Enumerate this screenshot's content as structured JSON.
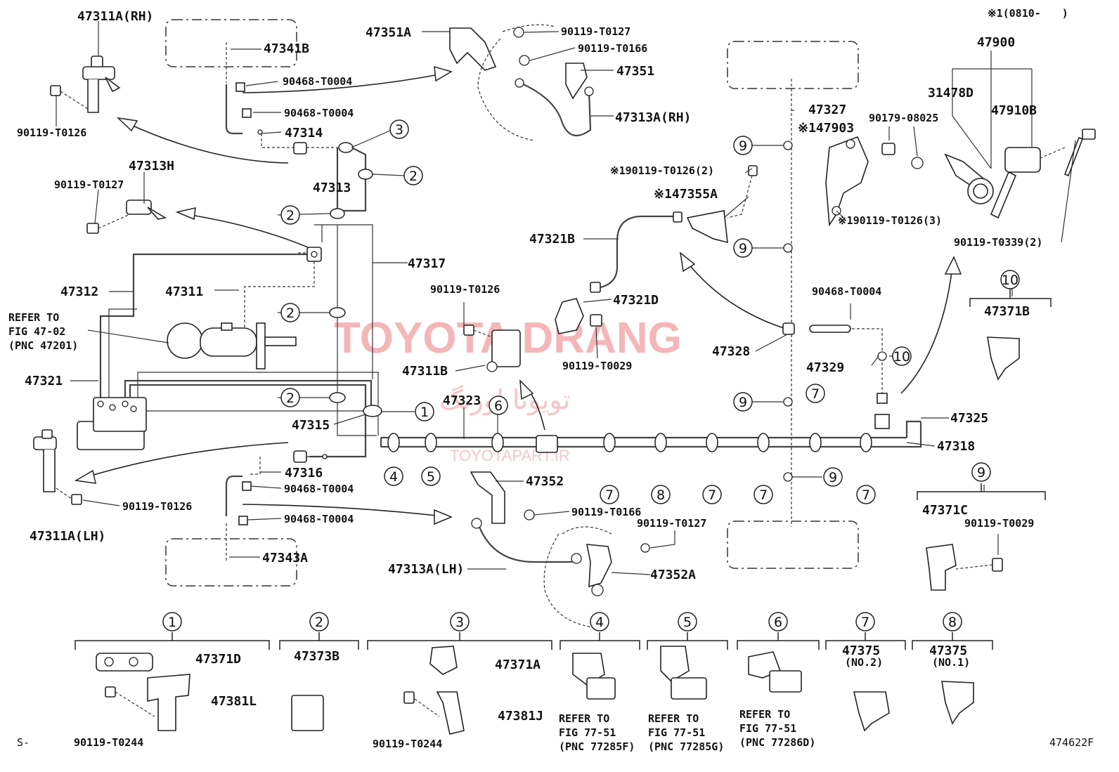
{
  "header": {
    "note": "※1(0810-　　)"
  },
  "footer": {
    "left_code": "S-",
    "figure_id": "474622F"
  },
  "watermark": {
    "main": "TOYOTA DRANG",
    "farsi": "تویوتا اورنگ",
    "url": "TOYOTAPART.IR"
  },
  "labels": {
    "p47311A_RH": "47311A(RH)",
    "p47341B": "47341B",
    "p90468_a": "90468-T0004",
    "p90468_b": "90468-T0004",
    "p47314": "47314",
    "p90119_T0126_a": "90119-T0126",
    "p47351A": "47351A",
    "p90119_T0127_a": "90119-T0127",
    "p90119_T0166_a": "90119-T0166",
    "p47351": "47351",
    "p47313A_RH": "47313A(RH)",
    "p47313": "47313",
    "p47313H": "47313H",
    "p90119_T0127_b": "90119-T0127",
    "p47312": "47312",
    "p47311": "47311",
    "p47317": "47317",
    "refer1_a": "REFER TO",
    "refer1_b": "FIG 47-02",
    "refer1_c": "(PNC 47201)",
    "p47321": "47321",
    "p47315": "47315",
    "p47323": "47323",
    "p47316": "47316",
    "p90468_c": "90468-T0004",
    "p90468_d": "90468-T0004",
    "p90119_T0126_b": "90119-T0126",
    "p47311A_LH": "47311A(LH)",
    "p47343A": "47343A",
    "p90119_T0126_c": "90119-T0126",
    "p47311B": "47311B",
    "p47321B": "47321B",
    "p47321D": "47321D",
    "p90119_T0029_a": "90119-T0029",
    "p90119_T0126_2": "※190119-T0126(2)",
    "p147355A": "※147355A",
    "p47327": "47327",
    "p147903": "※147903",
    "p47328": "47328",
    "p90468_e": "90468-T0004",
    "p47329": "47329",
    "p47352": "47352",
    "p90119_T0166_b": "90119-T0166",
    "p90119_T0127_c": "90119-T0127",
    "p47313A_LH": "47313A(LH)",
    "p47352A": "47352A",
    "p47318": "47318",
    "p47325": "47325",
    "p47900": "47900",
    "p31478D": "31478D",
    "p47910B": "47910B",
    "p90179": "90179-08025",
    "p90119_T0126_3": "※190119-T0126(3)",
    "p90119_T0339": "90119-T0339(2)",
    "p47371B": "47371B",
    "p47371C": "47371C",
    "p90119_T0029_b": "90119-T0029",
    "g47371D": "47371D",
    "g47381L": "47381L",
    "g90119_T0244_a": "90119-T0244",
    "g47373B": "47373B",
    "g47371A": "47371A",
    "g47381J": "47381J",
    "g90119_T0244_b": "90119-T0244",
    "g4_refer": "REFER TO",
    "g4_fig": "FIG 77-51",
    "g4_pnc": "(PNC 77285F)",
    "g5_refer": "REFER TO",
    "g5_fig": "FIG 77-51",
    "g5_pnc": "(PNC 77285G)",
    "g6_refer": "REFER TO",
    "g6_fig": "FIG 77-51",
    "g6_pnc": "(PNC 77286D)",
    "g7_part": "47375",
    "g7_sub": "(NO.2)",
    "g8_part": "47375",
    "g8_sub": "(NO.1)"
  },
  "callouts": {
    "c1": "1",
    "c2": "2",
    "c3": "3",
    "c4": "4",
    "c5": "5",
    "c6": "6",
    "c7": "7",
    "c8": "8",
    "c9": "9",
    "c10": "10"
  }
}
